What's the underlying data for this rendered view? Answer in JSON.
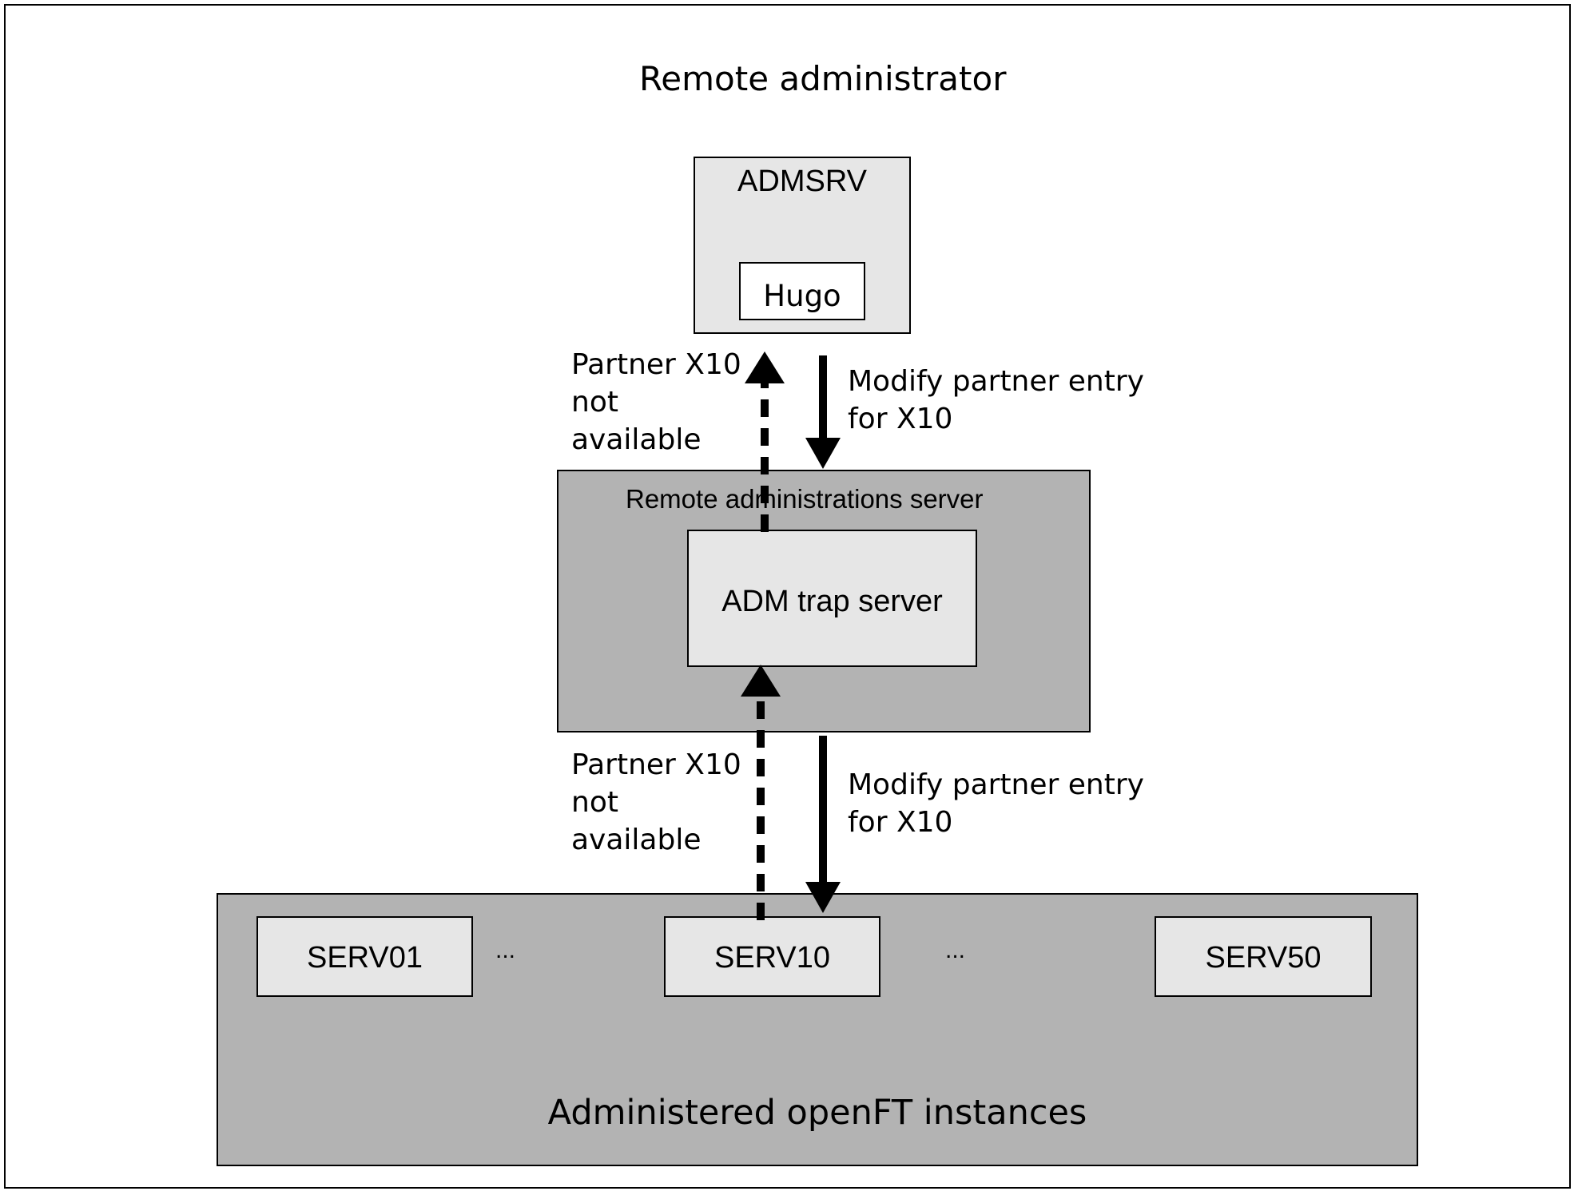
{
  "title": "Remote administrator",
  "admsrv": {
    "label": "ADMSRV",
    "user": "Hugo"
  },
  "remote_server": {
    "label": "Remote administrations server",
    "trap_server": "ADM trap server"
  },
  "upper_links": {
    "status": [
      "Partner X10",
      "not",
      "available"
    ],
    "command": [
      "Modify partner entry",
      "for X10"
    ]
  },
  "lower_links": {
    "status": [
      "Partner X10",
      "not",
      "available"
    ],
    "command": [
      "Modify partner entry",
      "for X10"
    ]
  },
  "instances": {
    "label": "Administered openFT instances",
    "servers": [
      "SERV01",
      "SERV10",
      "SERV50"
    ],
    "ellipsis": "..."
  },
  "colors": {
    "light_box": "#e6e6e6",
    "dark_box": "#b3b3b3",
    "border": "#000000"
  }
}
